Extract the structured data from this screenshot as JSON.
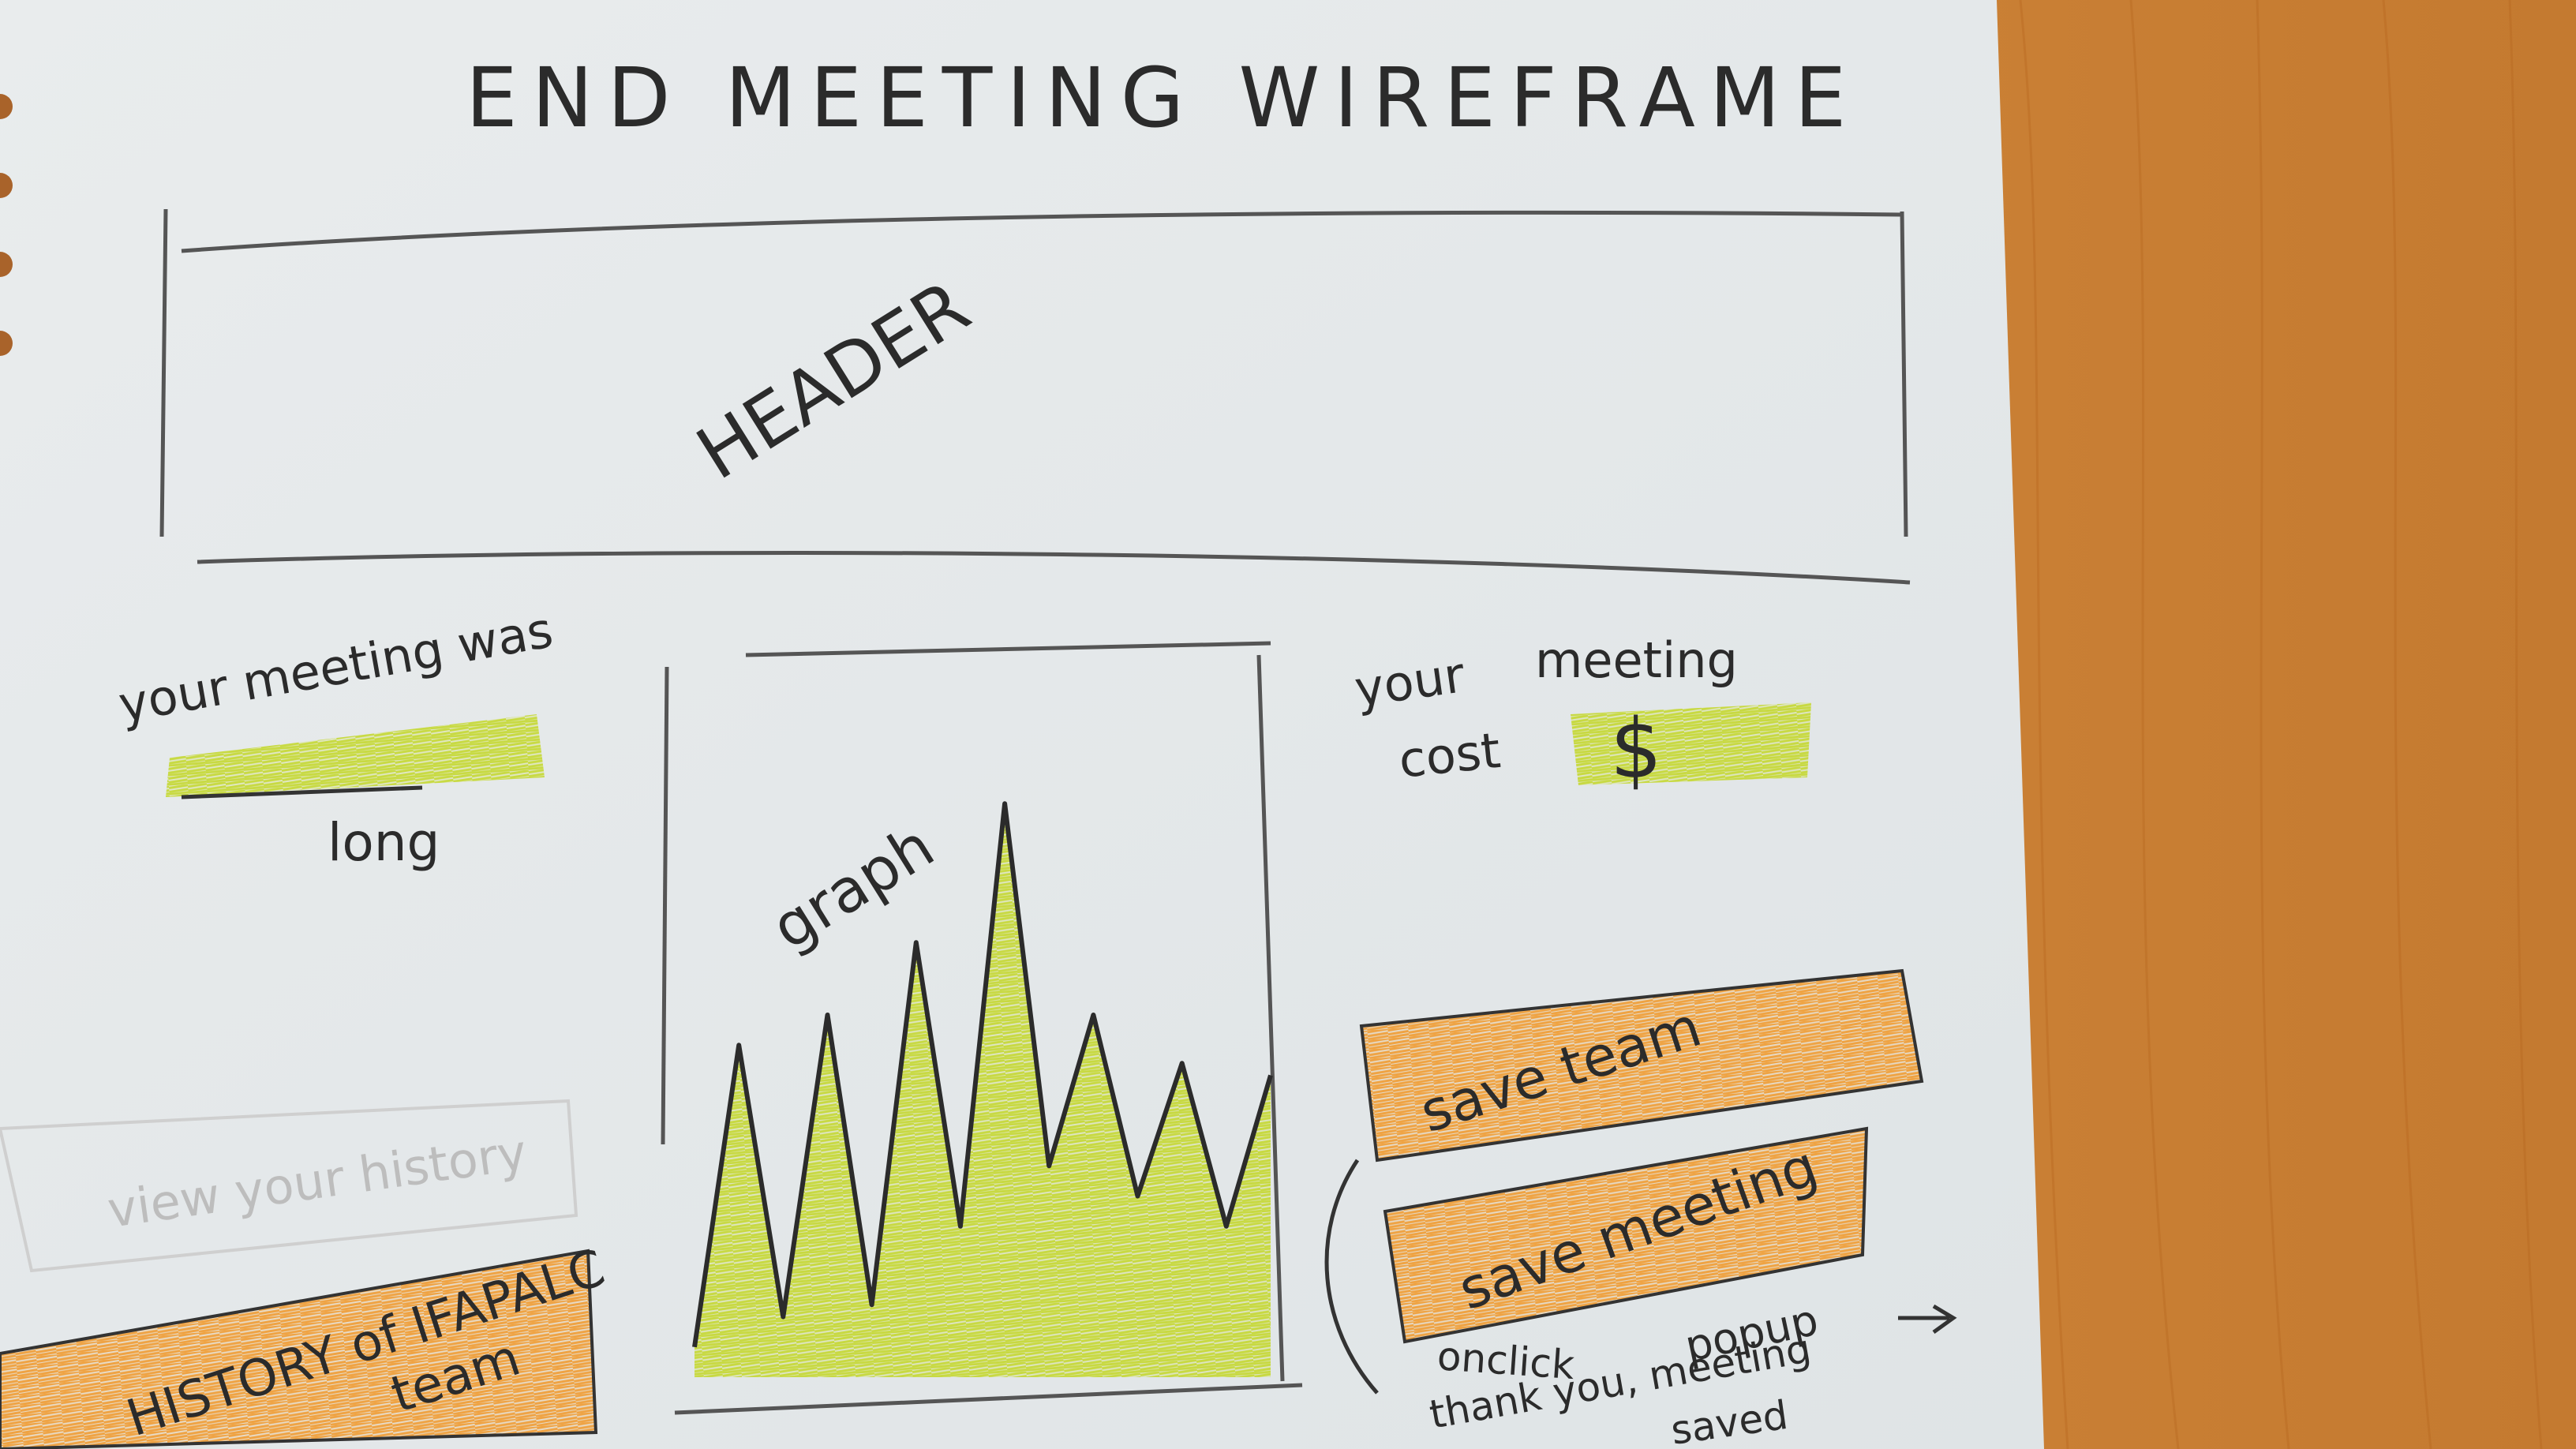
{
  "sketch": {
    "title": "END MEETING WIREFRAME",
    "header_label": "HEADER",
    "duration_prefix": "your meeting was",
    "duration_suffix": "long",
    "graph_label": "graph",
    "cost_prefix_1": "your",
    "cost_prefix_2": "meeting",
    "cost_prefix_3": "cost",
    "cost_symbol": "$",
    "view_history_label": "view your history",
    "history_label_1": "HISTORY of IFAPALC",
    "history_label_2": "team",
    "save_team_label": "save team",
    "save_meeting_label": "save meeting",
    "popup_note_1": "popup",
    "popup_note_2": "onclick",
    "popup_note_3": "thank you, meeting",
    "popup_note_4": "saved"
  },
  "colors": {
    "desk": "#c87a2e",
    "paper": "#ecefef",
    "pencil": "#2b2b2b",
    "highlight_green": "#c7dd35",
    "highlight_orange": "#f2a33a"
  },
  "chart_data": {
    "type": "area",
    "title": "",
    "series": [
      {
        "name": "",
        "values": [
          0.05,
          0.55,
          0.1,
          0.6,
          0.12,
          0.72,
          0.25,
          0.95,
          0.35,
          0.6,
          0.3,
          0.52,
          0.25,
          0.5
        ]
      }
    ]
  }
}
